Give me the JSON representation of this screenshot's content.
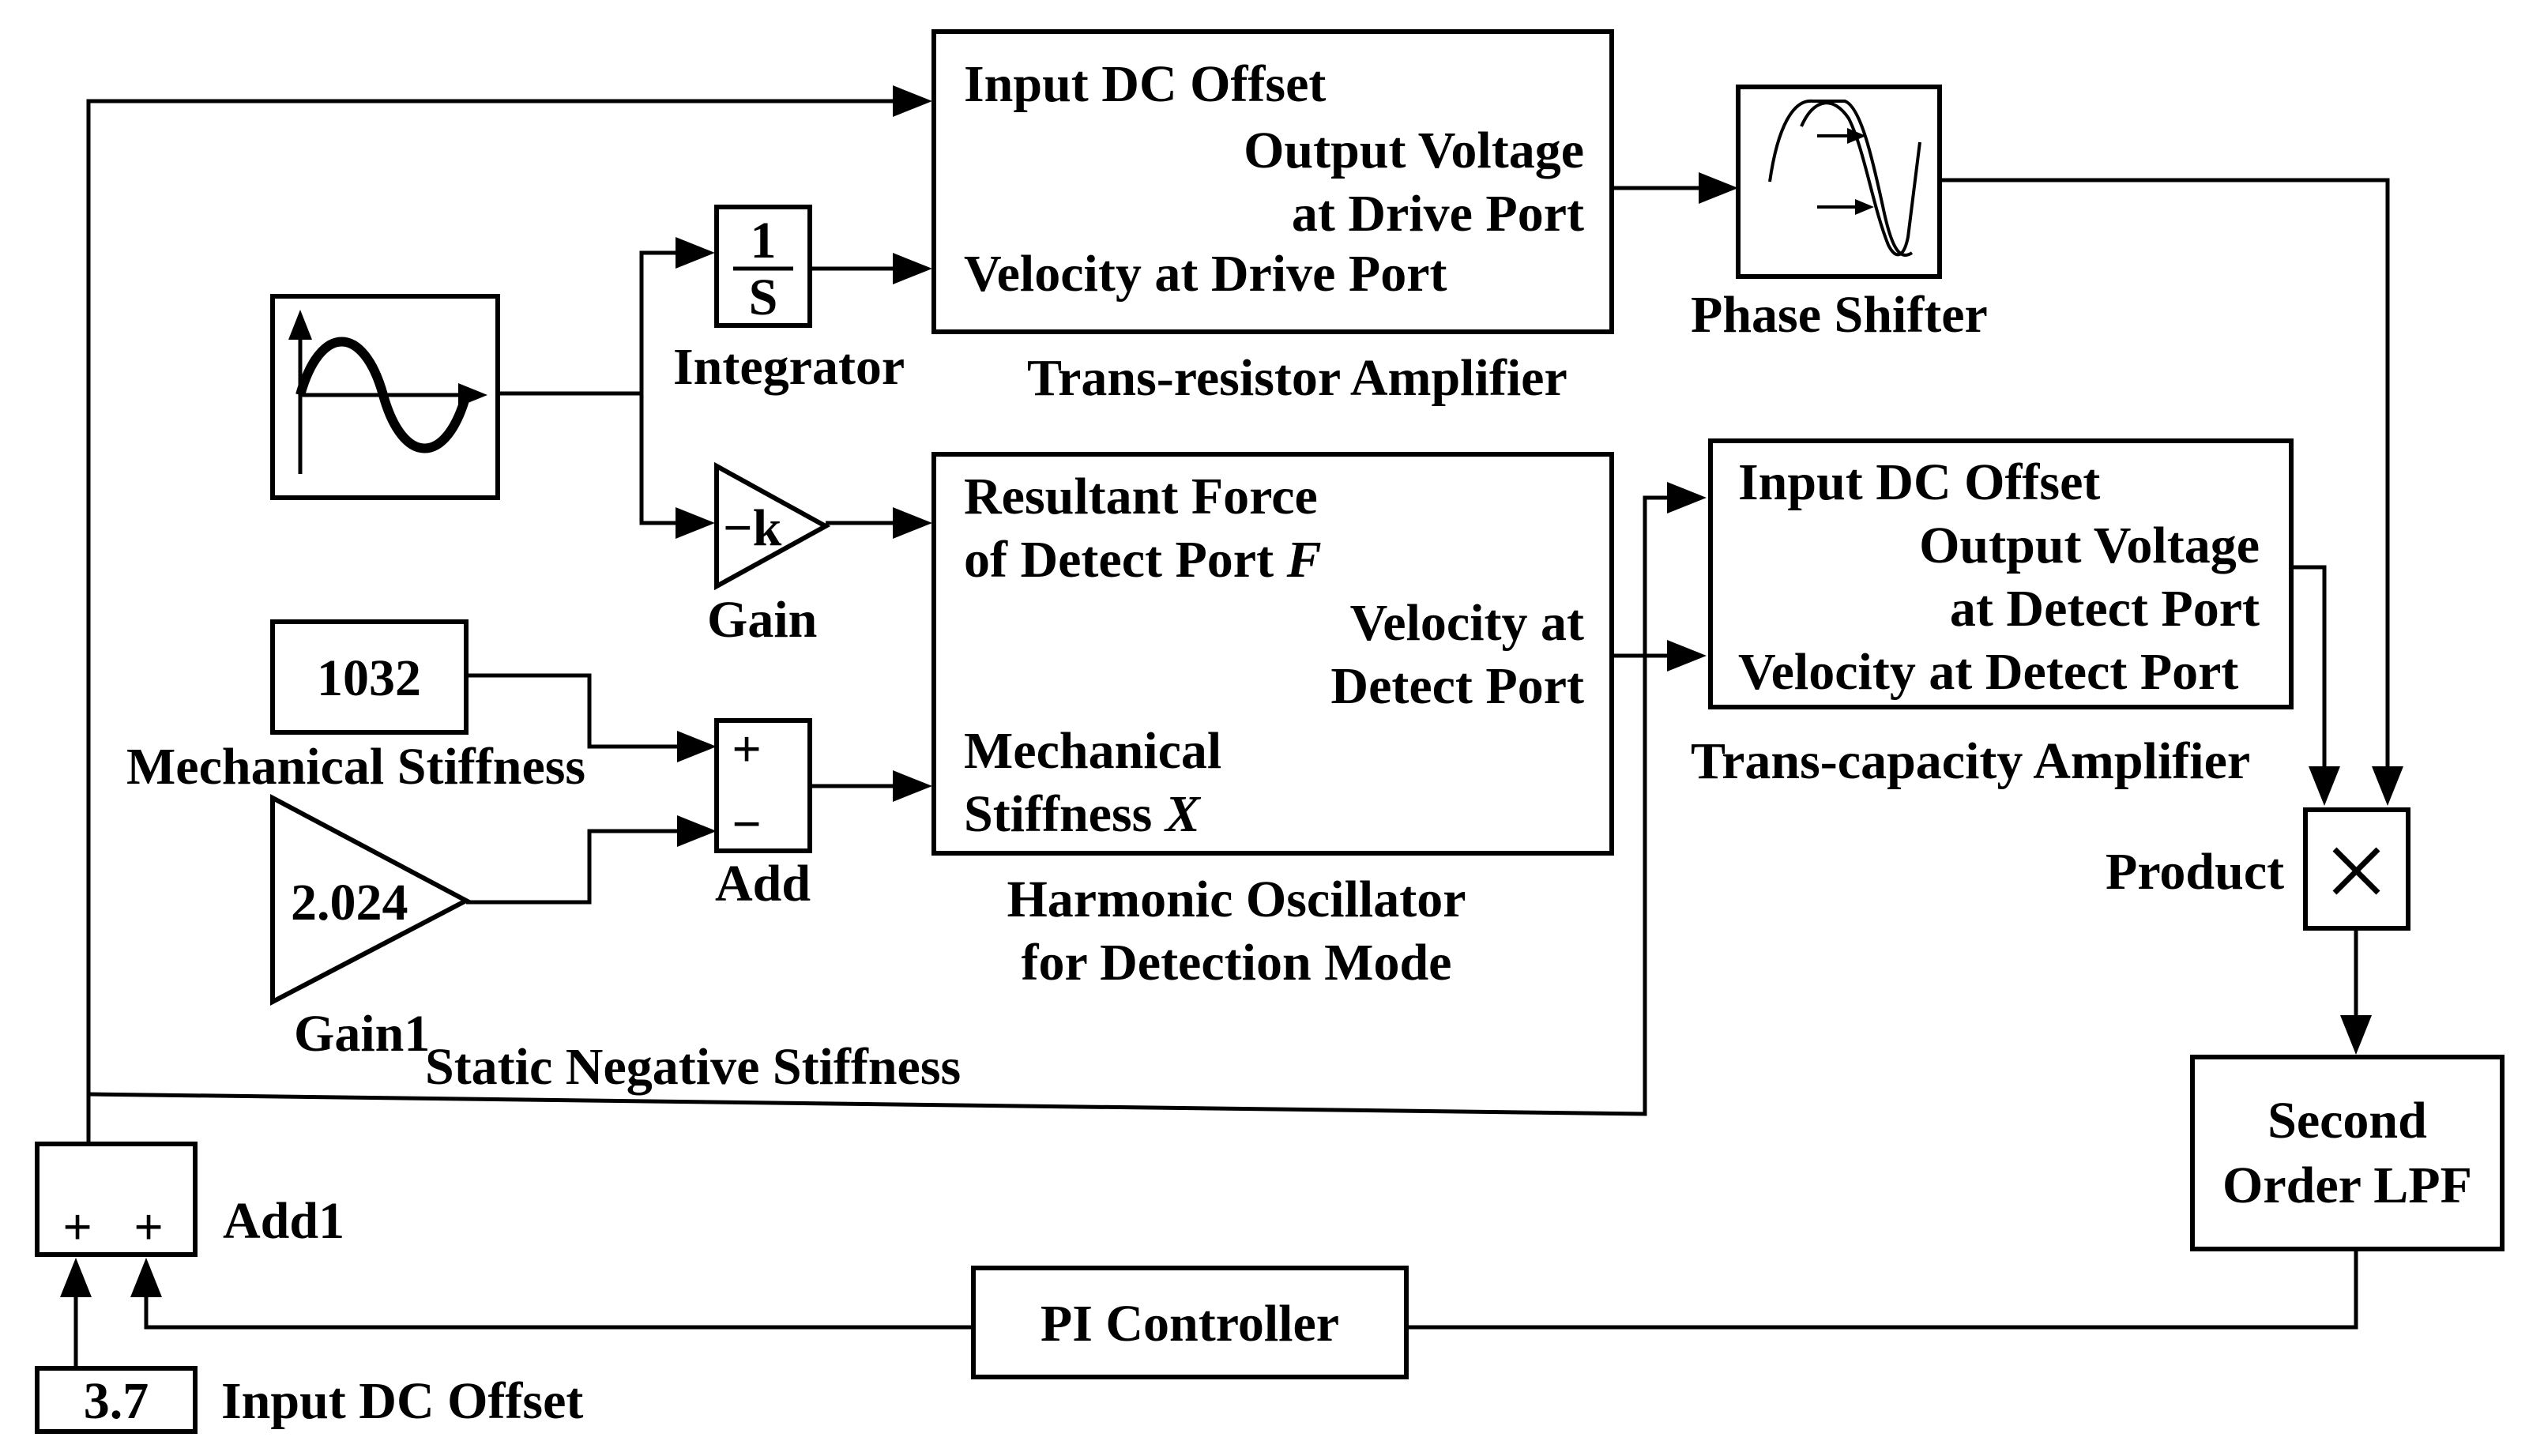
{
  "colors": {
    "ink": "#000000",
    "background": "#ffffff"
  },
  "icons": {
    "sine_source": "sine-wave-icon",
    "phase_shifter": "phase-shift-icon",
    "product": "multiply-icon"
  },
  "trans_resistor": {
    "input_dc_offset": "Input DC Offset",
    "output_voltage_1": "Output Voltage",
    "output_voltage_2": "at Drive Port",
    "velocity": "Velocity at Drive Port",
    "caption": "Trans-resistor Amplifier"
  },
  "integrator": {
    "numerator": "1",
    "denominator": "S",
    "caption": "Integrator"
  },
  "phase_shifter": {
    "caption": "Phase Shifter"
  },
  "gain": {
    "value": "−k",
    "caption": "Gain"
  },
  "harmonic": {
    "force_1": "Resultant Force",
    "force_2": "of Detect Port ",
    "force_var": "F",
    "velocity_1": "Velocity at",
    "velocity_2": "Detect Port",
    "stiff_1": "Mechanical",
    "stiff_2": "Stiffness ",
    "stiff_var": "X",
    "caption_1": "Harmonic Oscillator",
    "caption_2": "for Detection Mode"
  },
  "trans_capacity": {
    "input_dc_offset": "Input DC Offset",
    "output_voltage_1": "Output Voltage",
    "output_voltage_2": "at Detect Port",
    "velocity": "Velocity at Detect Port",
    "caption": "Trans-capacity Amplifier"
  },
  "stiffness_const": {
    "value": "1032",
    "caption": "Mechanical Stiffness"
  },
  "gain1": {
    "value": "2.024",
    "caption": "Gain1"
  },
  "static_neg": {
    "caption": "Static Negative Stiffness"
  },
  "add": {
    "plus": "+",
    "minus": "−",
    "caption": "Add"
  },
  "product": {
    "symbol": "X",
    "caption": "Product"
  },
  "lpf": {
    "line1": "Second",
    "line2": "Order LPF"
  },
  "pi": {
    "label": "PI Controller"
  },
  "add1": {
    "plus1": "+",
    "plus2": "+",
    "caption": "Add1"
  },
  "dc_const": {
    "value": "3.7",
    "caption": "Input DC Offset"
  }
}
